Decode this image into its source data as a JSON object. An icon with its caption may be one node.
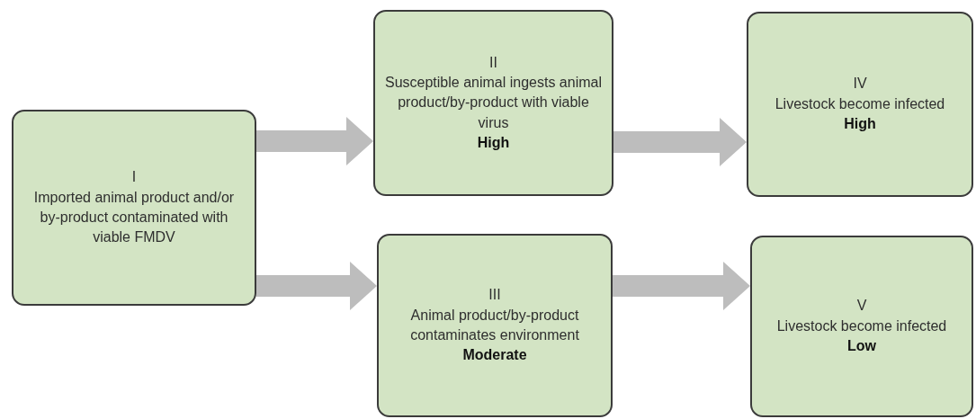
{
  "diagram": {
    "nodes": [
      {
        "text": [
          "I",
          "Imported animal product and/or by-product contaminated with viable FMDV"
        ]
      },
      {
        "text": [
          "II",
          "Susceptible animal ingests animal product/by-product with viable virus",
          "High"
        ]
      },
      {
        "text": [
          "III",
          "Animal product/by-product contaminates environment",
          "Moderate"
        ]
      },
      {
        "text": [
          "IV",
          "Livestock become infected",
          "High"
        ]
      },
      {
        "text": [
          "V",
          "Livestock become infected",
          "Low"
        ]
      }
    ],
    "edges": [
      {
        "from": 0,
        "to": 1,
        "arrow": "to"
      },
      {
        "from": 0,
        "to": 2,
        "arrow": "to"
      },
      {
        "from": 1,
        "to": 3,
        "arrow": "to"
      },
      {
        "from": 2,
        "to": 4,
        "arrow": "to"
      }
    ]
  }
}
